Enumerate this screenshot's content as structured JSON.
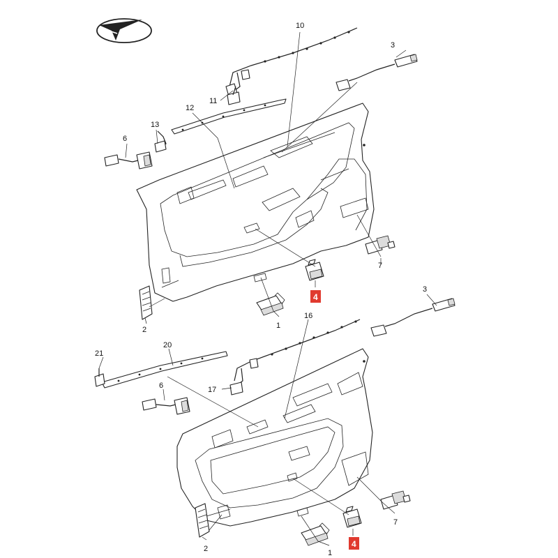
{
  "diagram": {
    "callouts": {
      "c10": "10",
      "c3a": "3",
      "c11": "11",
      "c12": "12",
      "c13": "13",
      "c6a": "6",
      "c7a": "7",
      "c2a": "2",
      "c4a": "4",
      "c1a": "1",
      "c3b": "3",
      "c16": "16",
      "c21": "21",
      "c20": "20",
      "c6b": "6",
      "c17": "17",
      "c2b": "2",
      "c7b": "7",
      "c4b": "4",
      "c1b": "1"
    },
    "highlight_color": "#e03a2f"
  }
}
